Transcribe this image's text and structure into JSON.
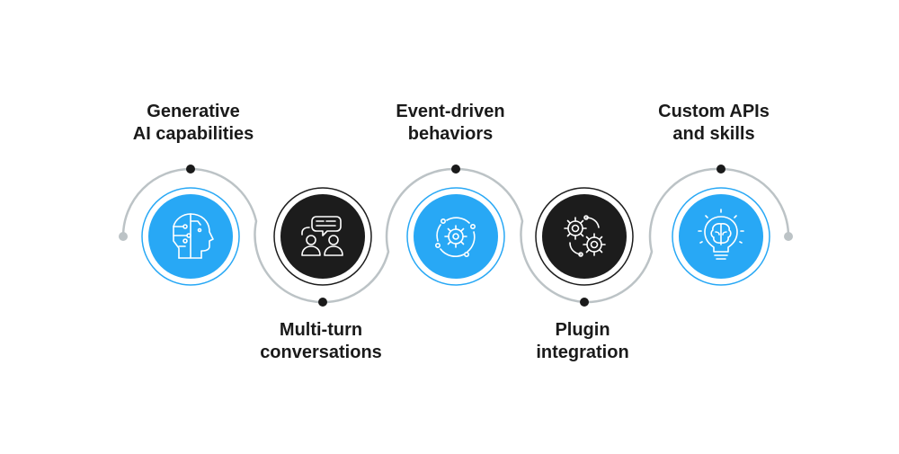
{
  "colors": {
    "accent": "#28a8f5",
    "dark": "#1c1c1c",
    "line": "#bcc3c6",
    "dot": "#1a1a1a",
    "icon_stroke": "#ffffff",
    "text": "#1a1a1a"
  },
  "steps": [
    {
      "lines": [
        "Generative",
        "AI capabilities"
      ],
      "position": "top",
      "style": "accent",
      "icon": "ai-head-circuit-icon"
    },
    {
      "lines": [
        "Multi-turn",
        "conversations"
      ],
      "position": "bottom",
      "style": "dark",
      "icon": "people-chat-icon"
    },
    {
      "lines": [
        "Event-driven",
        "behaviors"
      ],
      "position": "top",
      "style": "accent",
      "icon": "gear-cycle-icon"
    },
    {
      "lines": [
        "Plugin",
        "integration"
      ],
      "position": "bottom",
      "style": "dark",
      "icon": "gears-icon"
    },
    {
      "lines": [
        "Custom APIs",
        "and skills"
      ],
      "position": "top",
      "style": "accent",
      "icon": "brain-bulb-icon"
    }
  ]
}
